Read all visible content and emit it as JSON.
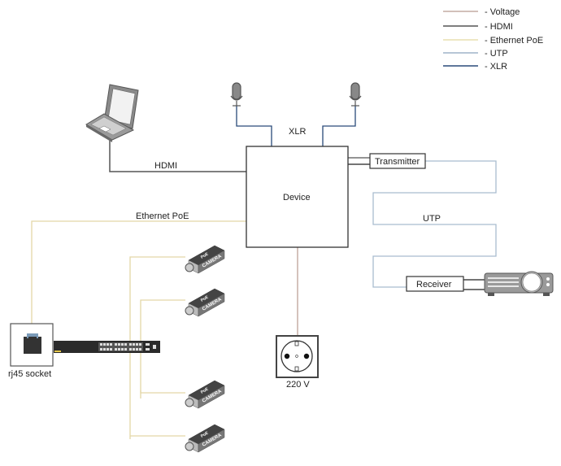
{
  "legend": {
    "items": [
      {
        "label": "- Voltage",
        "color": "#b89a90"
      },
      {
        "label": "- HDMI",
        "color": "#555555"
      },
      {
        "label": "- Ethernet PoE",
        "color": "#e8dfb0"
      },
      {
        "label": "- UTP",
        "color": "#9fb3c8"
      },
      {
        "label": "- XLR",
        "color": "#2a4a7a"
      }
    ]
  },
  "nodes": {
    "device": "Device",
    "transmitter": "Transmitter",
    "receiver": "Receiver",
    "rj45": "rj45 socket",
    "socket": "220 V",
    "camera_text": "CAMERA",
    "camera_badge": "PoE"
  },
  "links": {
    "hdmi": "HDMI",
    "xlr": "XLR",
    "ethernet": "Ethernet PoE",
    "utp": "UTP"
  },
  "colors": {
    "voltage": "#b89a90",
    "hdmi": "#555555",
    "ethernet": "#e3d7a6",
    "utp": "#a9bccf",
    "xlr": "#2a4a7a",
    "box_border": "#333333"
  }
}
